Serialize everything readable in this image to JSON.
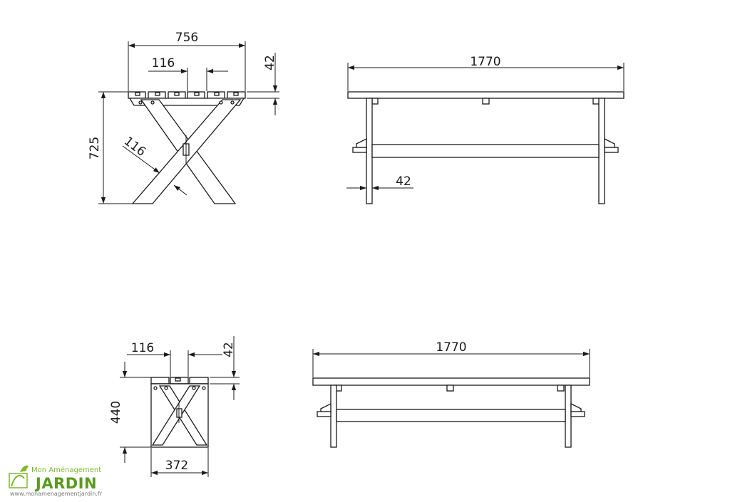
{
  "views": {
    "table_side": {
      "width": "756",
      "slat_width": "116",
      "top_thickness": "42",
      "height": "725",
      "leg_width": "116"
    },
    "table_front": {
      "length": "1770",
      "leg_thickness": "42"
    },
    "bench_side": {
      "slat_width": "116",
      "top_thickness": "42",
      "height": "440",
      "width": "372"
    },
    "bench_front": {
      "length": "1770"
    }
  },
  "logo": {
    "tagline": "Mon Aménagement",
    "brand": "JARDIN",
    "url": "www.monamenagementjardin.fr",
    "colors": {
      "green": "#5a9a1e",
      "light_green": "#7ab829",
      "orange": "#e07b1a"
    }
  }
}
